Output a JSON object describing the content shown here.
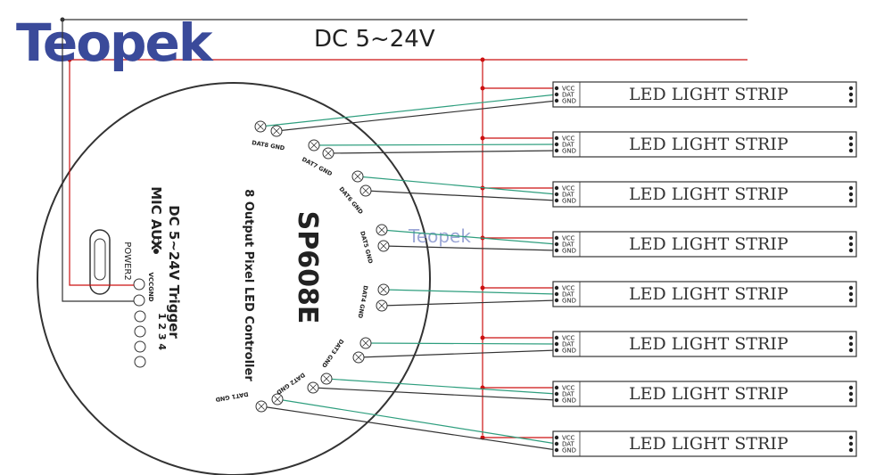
{
  "brand": {
    "logo_text": "Teopek",
    "watermark_text": "Teopek",
    "logo_color": "#3a4a9a",
    "logo_dot_color": "#e0297a"
  },
  "power": {
    "label": "DC 5~24V",
    "positive_color": "#cc1111",
    "negative_color": "#333333"
  },
  "wire_colors": {
    "vcc": "#cc1111",
    "data": "#2e9e7e",
    "gnd": "#333333"
  },
  "controller": {
    "model": "SP608E",
    "subtitle": "8 Output Pixel LED Controller",
    "trigger_label": "DC 5~24V Trigger",
    "mic_aux_label": "MIC AUX",
    "power_port_label": "POWER2",
    "power_pins_label": "VCCGND",
    "trigger_numbers": "1   2   3   4",
    "port_labels": [
      "DAT8 GND",
      "DAT7 GND",
      "DAT6 GND",
      "DAT5 GND",
      "DAT4 GND",
      "DAT3 GND",
      "DAT2 GND",
      "DAT1 GND"
    ]
  },
  "strips": [
    {
      "label": "LED  LIGHT STRIP",
      "pins": [
        "VCC",
        "DAT",
        "GND"
      ]
    },
    {
      "label": "LED  LIGHT STRIP",
      "pins": [
        "VCC",
        "DAT",
        "GND"
      ]
    },
    {
      "label": "LED  LIGHT STRIP",
      "pins": [
        "VCC",
        "DAT",
        "GND"
      ]
    },
    {
      "label": "LED  LIGHT STRIP",
      "pins": [
        "VCC",
        "DAT",
        "GND"
      ]
    },
    {
      "label": "LED  LIGHT STRIP",
      "pins": [
        "VCC",
        "DAT",
        "GND"
      ]
    },
    {
      "label": "LED  LIGHT STRIP",
      "pins": [
        "VCC",
        "DAT",
        "GND"
      ]
    },
    {
      "label": "LED  LIGHT STRIP",
      "pins": [
        "VCC",
        "DAT",
        "GND"
      ]
    },
    {
      "label": "LED  LIGHT STRIP",
      "pins": [
        "VCC",
        "DAT",
        "GND"
      ]
    }
  ]
}
